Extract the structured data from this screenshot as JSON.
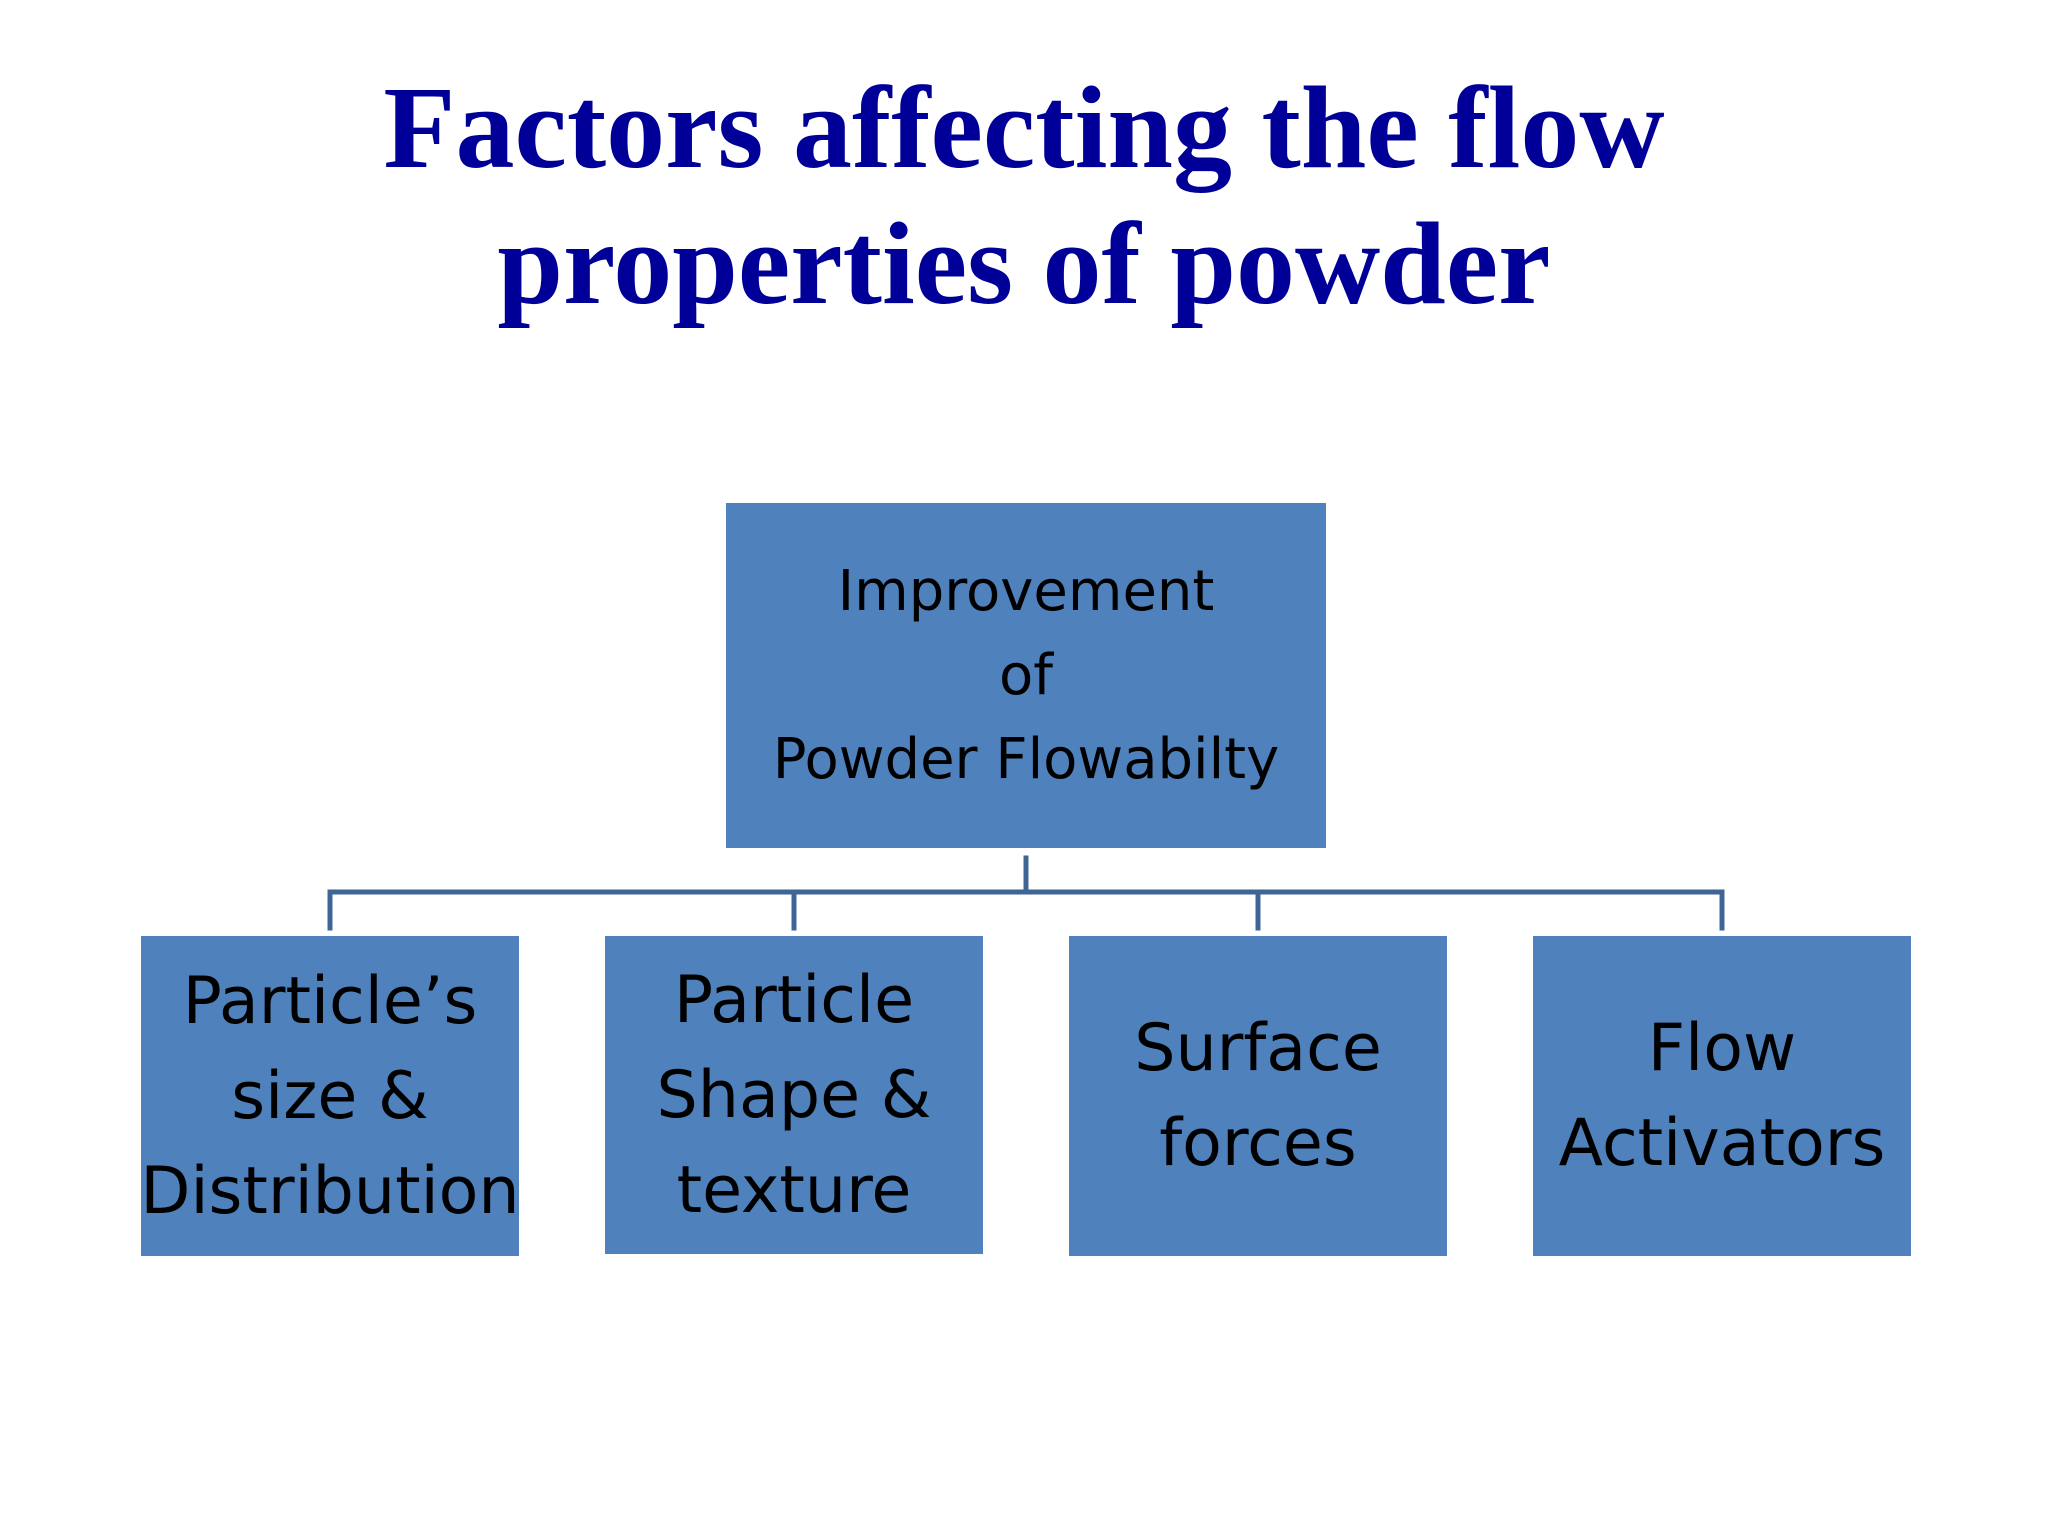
{
  "slide": {
    "title_lines": [
      "Factors affecting the flow",
      "properties of powder"
    ]
  },
  "diagram": {
    "root": {
      "lines": [
        "Improvement",
        "of",
        "Powder Flowabilty"
      ]
    },
    "children": [
      {
        "lines": [
          "Particle’s",
          "size &",
          "Distribution"
        ]
      },
      {
        "lines": [
          "Particle",
          "Shape &",
          "texture"
        ]
      },
      {
        "lines": [
          "Surface",
          "forces"
        ]
      },
      {
        "lines": [
          "Flow",
          "Activators"
        ]
      }
    ]
  },
  "colors": {
    "title": "#000099",
    "box_fill": "#4f81bd",
    "connector": "#3f6595"
  }
}
